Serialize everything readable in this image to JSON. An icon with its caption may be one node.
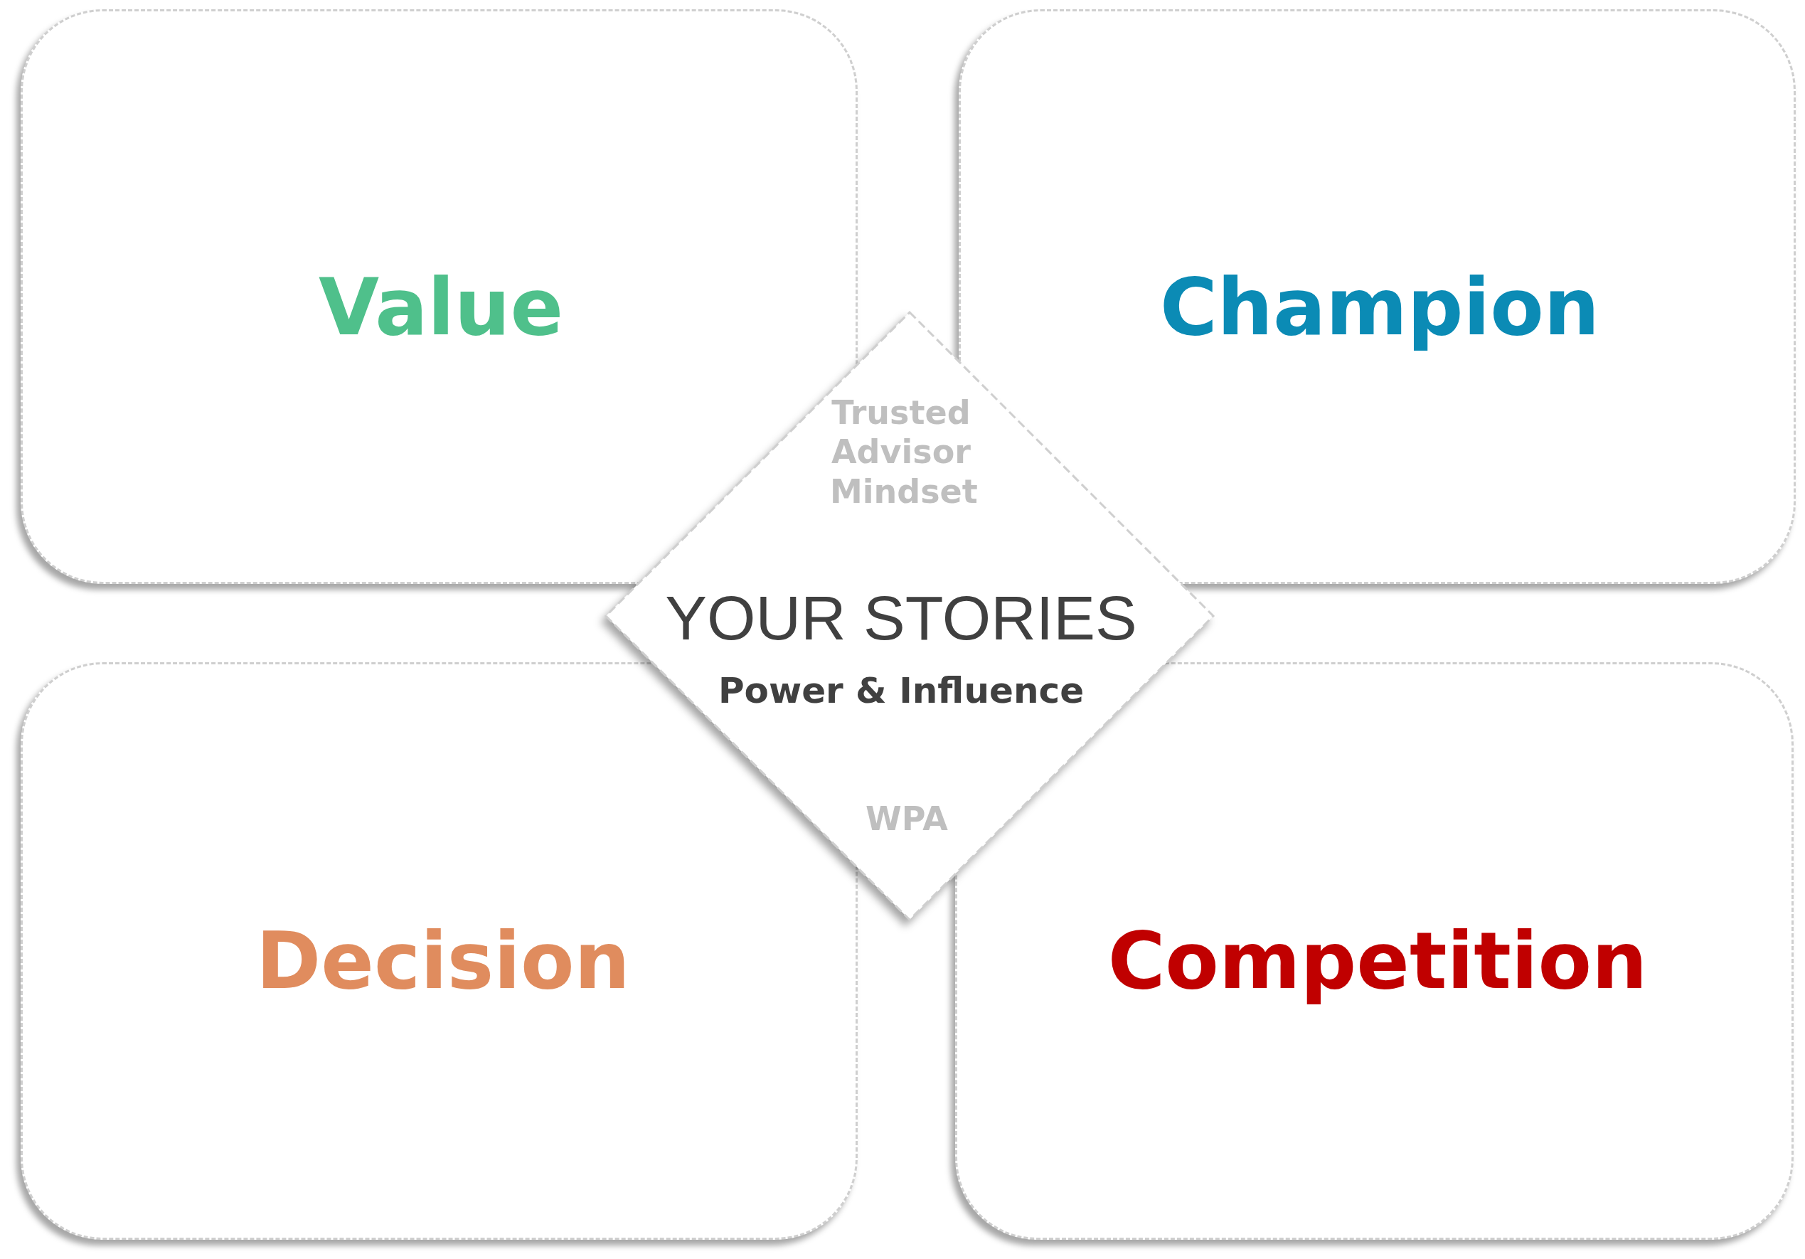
{
  "diagram": {
    "nodes": [
      {
        "text": [
          "Value"
        ]
      },
      {
        "text": [
          "Champion"
        ]
      },
      {
        "text": [
          "Decision"
        ]
      },
      {
        "text": [
          "Competition"
        ]
      },
      {
        "text": [
          "Trusted Advisor Mindset",
          "YOUR STORIES",
          "Power & Influence",
          "WPA"
        ]
      }
    ]
  }
}
